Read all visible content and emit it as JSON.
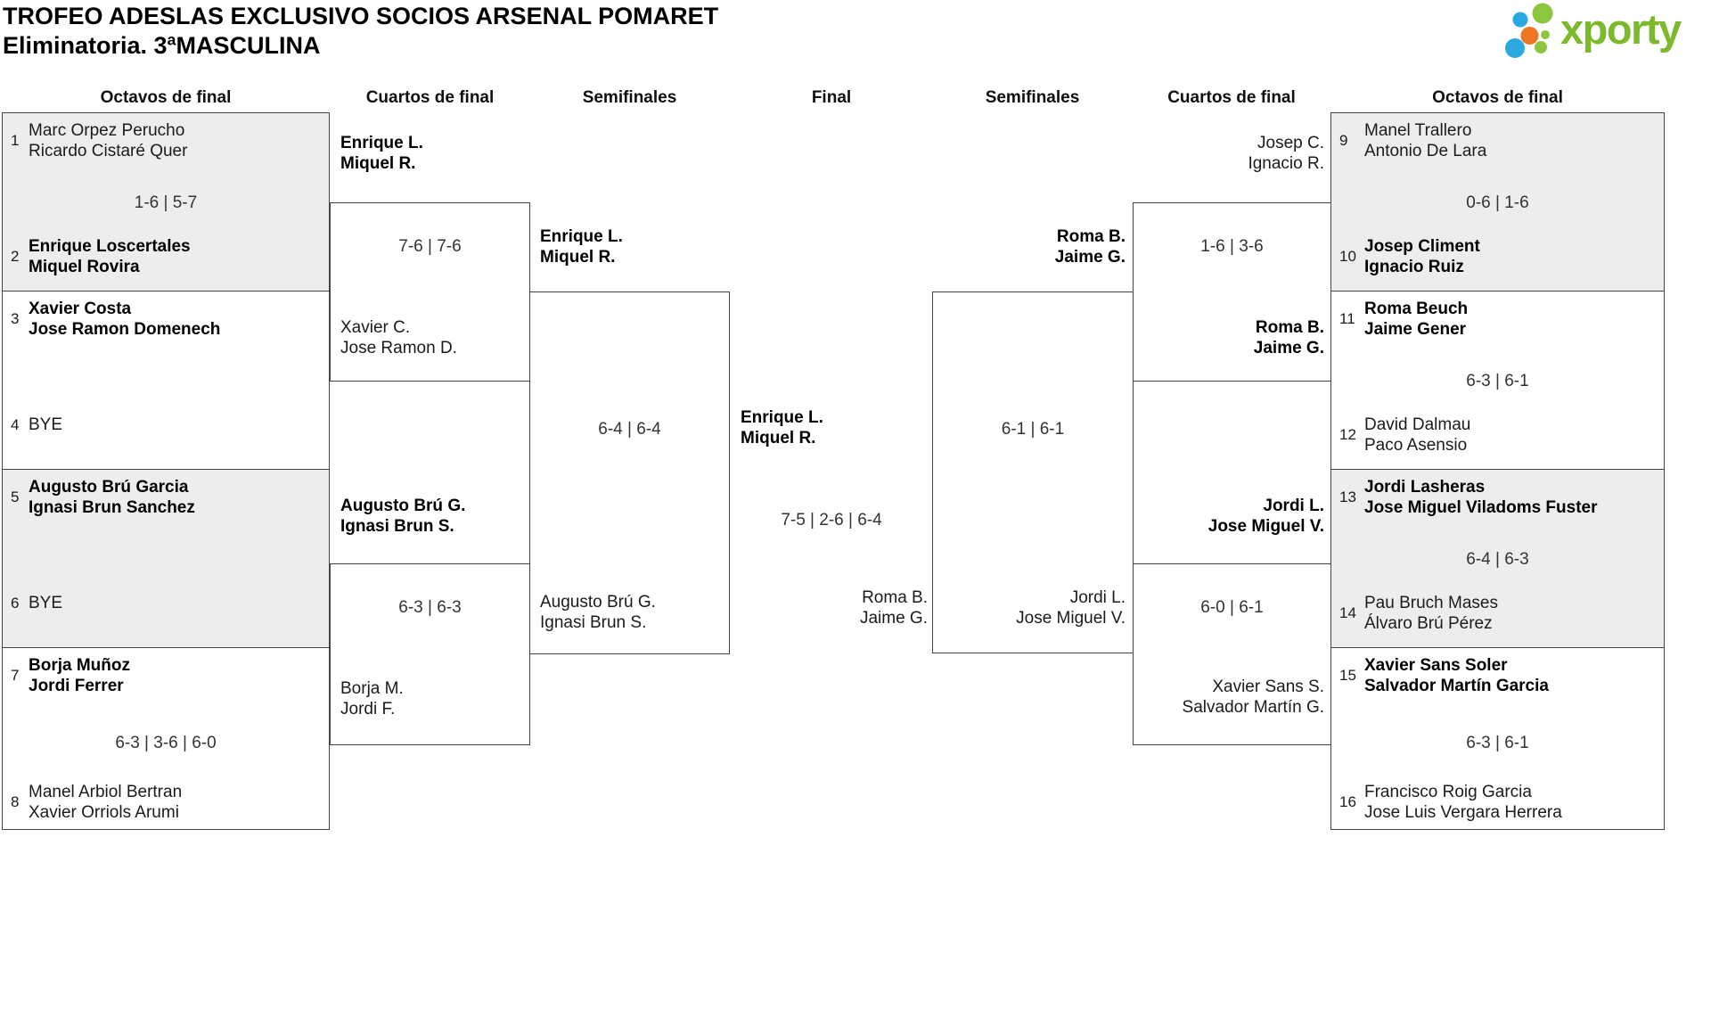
{
  "header": {
    "title": "TROFEO ADESLAS EXCLUSIVO SOCIOS ARSENAL POMARET",
    "subtitle": "Eliminatoria. 3ªMASCULINA",
    "logo_text": "xporty"
  },
  "colors": {
    "logo_green": "#7cb92c",
    "dot_green": "#8cc63f",
    "dot_blue": "#2aa9e0",
    "dot_orange": "#ee7623",
    "box_gray": "#ededed",
    "line": "#444444"
  },
  "round_headers": [
    "Octavos de final",
    "Cuartos de final",
    "Semifinales",
    "Final",
    "Semifinales",
    "Cuartos de final",
    "Octavos de final"
  ],
  "octavos_left": {
    "m1": {
      "seed_a": "1",
      "a1": "Marc Orpez Perucho",
      "a2": "Ricardo Cistaré Quer",
      "score": "1-6 | 5-7",
      "seed_b": "2",
      "b1": "Enrique Loscertales",
      "b2": "Miquel Rovira",
      "winner": "b"
    },
    "m2": {
      "seed_a": "3",
      "a1": "Xavier Costa",
      "a2": "Jose Ramon Domenech",
      "score": "",
      "seed_b": "4",
      "b1": "BYE",
      "b2": "",
      "winner": "a"
    },
    "m3": {
      "seed_a": "5",
      "a1": "Augusto Brú Garcia",
      "a2": "Ignasi Brun Sanchez",
      "score": "",
      "seed_b": "6",
      "b1": "BYE",
      "b2": "",
      "winner": "a"
    },
    "m4": {
      "seed_a": "7",
      "a1": "Borja Muñoz",
      "a2": "Jordi Ferrer",
      "score": "6-3 | 3-6 | 6-0",
      "seed_b": "8",
      "b1": "Manel Arbiol Bertran",
      "b2": "Xavier Orriols Arumi",
      "winner": "a"
    }
  },
  "octavos_right": {
    "m1": {
      "seed_a": "9",
      "a1": "Manel Trallero",
      "a2": "Antonio De Lara",
      "score": "0-6 | 1-6",
      "seed_b": "10",
      "b1": "Josep Climent",
      "b2": "Ignacio Ruiz",
      "winner": "b"
    },
    "m2": {
      "seed_a": "11",
      "a1": "Roma Beuch",
      "a2": "Jaime Gener",
      "score": "6-3 | 6-1",
      "seed_b": "12",
      "b1": "David Dalmau",
      "b2": "Paco Asensio",
      "winner": "a"
    },
    "m3": {
      "seed_a": "13",
      "a1": "Jordi Lasheras",
      "a2": "Jose Miguel Viladoms Fuster",
      "score": "6-4 | 6-3",
      "seed_b": "14",
      "b1": "Pau Bruch Mases",
      "b2": "Álvaro Brú Pérez",
      "winner": "a"
    },
    "m4": {
      "seed_a": "15",
      "a1": "Xavier Sans Soler",
      "a2": "Salvador Martín Garcia",
      "score": "6-3 | 6-1",
      "seed_b": "16",
      "b1": "Francisco Roig Garcia",
      "b2": "Jose Luis Vergara Herrera",
      "winner": "a"
    }
  },
  "cuartos_left": {
    "m1": {
      "top1": "Enrique L.",
      "top2": "Miquel R.",
      "score": "7-6 | 7-6",
      "bot1": "Xavier C.",
      "bot2": "Jose Ramon D.",
      "winner": "top"
    },
    "m2": {
      "top1": "Augusto Brú G.",
      "top2": "Ignasi Brun S.",
      "score": "6-3 | 6-3",
      "bot1": "Borja M.",
      "bot2": "Jordi F.",
      "winner": "top"
    }
  },
  "cuartos_right": {
    "m1": {
      "top1": "Josep C.",
      "top2": "Ignacio R.",
      "score": "1-6 | 3-6",
      "bot1": "Roma B.",
      "bot2": "Jaime G.",
      "winner": "bottom"
    },
    "m2": {
      "top1": "Jordi L.",
      "top2": "Jose Miguel V.",
      "score": "6-0 | 6-1",
      "bot1": "Xavier Sans S.",
      "bot2": "Salvador Martín G.",
      "winner": "top"
    }
  },
  "semifinal_left": {
    "top1": "Enrique L.",
    "top2": "Miquel R.",
    "score": "6-4 | 6-4",
    "bot1": "Augusto Brú G.",
    "bot2": "Ignasi Brun S.",
    "winner": "top"
  },
  "semifinal_right": {
    "top1": "Roma B.",
    "top2": "Jaime G.",
    "score": "6-1 | 6-1",
    "bot1": "Jordi L.",
    "bot2": "Jose Miguel V.",
    "winner": "top"
  },
  "final": {
    "left1": "Enrique L.",
    "left2": "Miquel R.",
    "score": "7-5 | 2-6 | 6-4",
    "right1": "Roma B.",
    "right2": "Jaime G.",
    "winner": "left"
  }
}
